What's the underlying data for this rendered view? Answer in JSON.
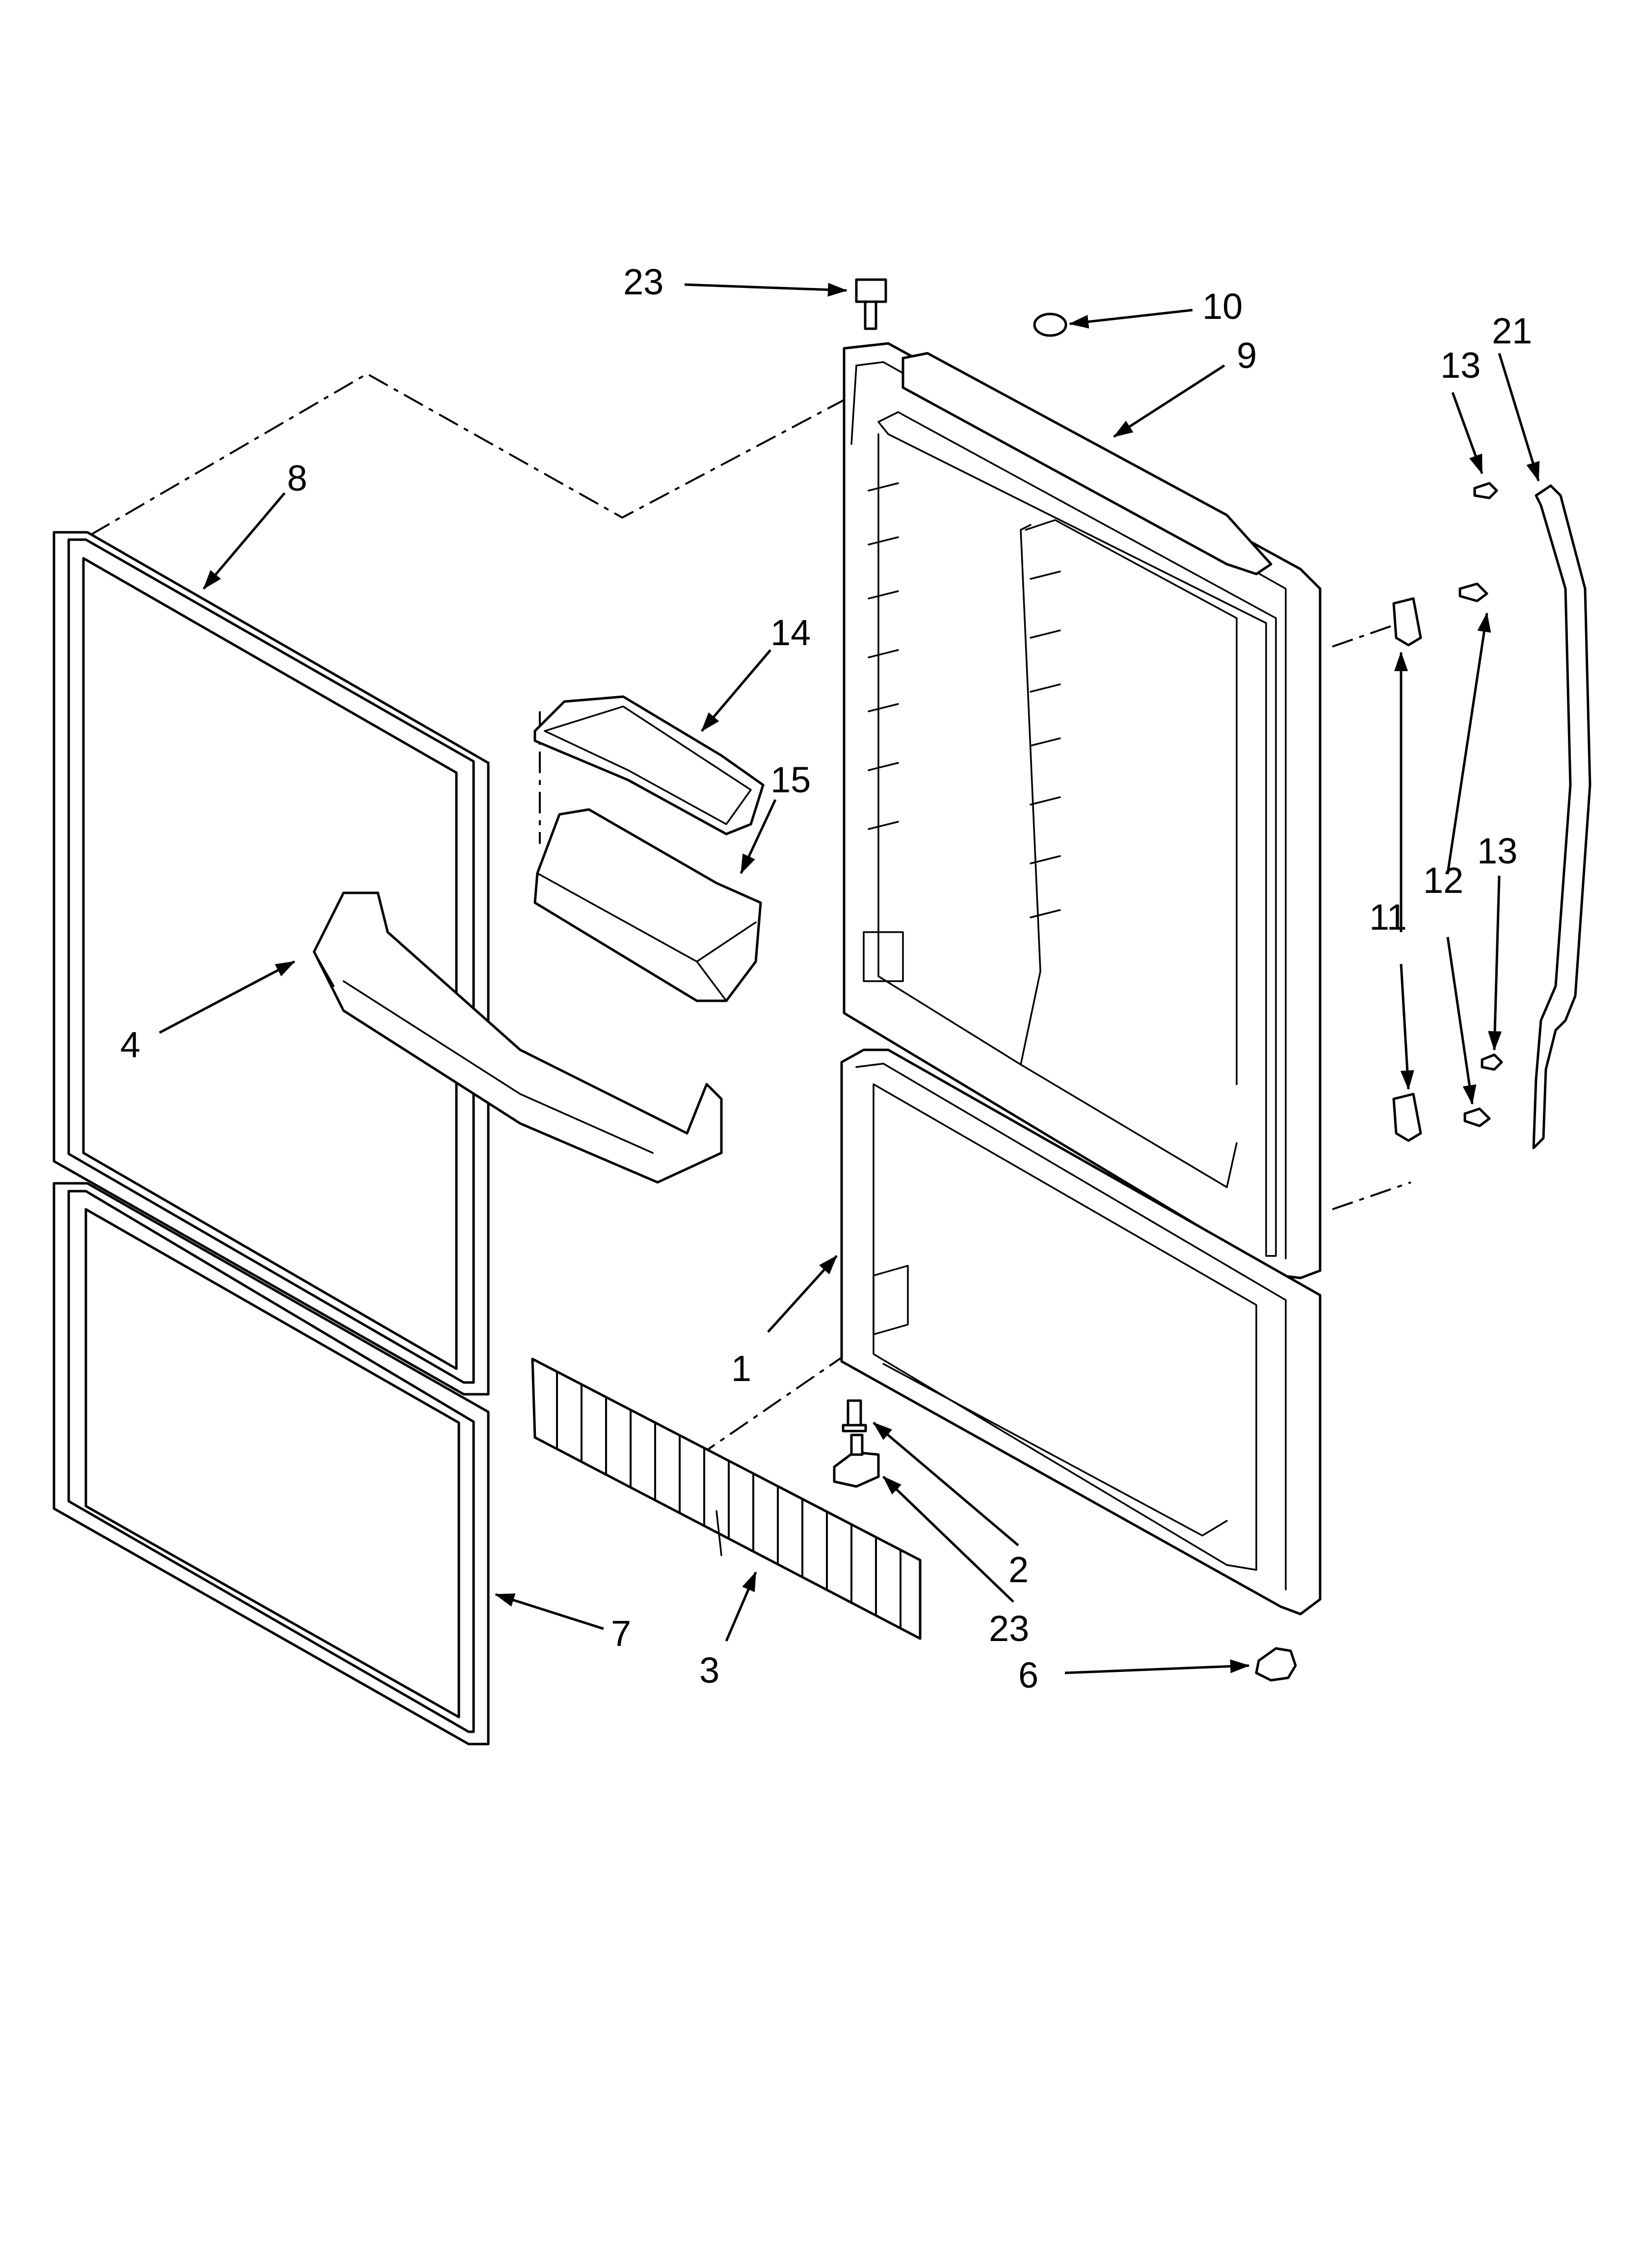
{
  "diagram": {
    "callouts": [
      {
        "id": "c23top",
        "label": "23"
      },
      {
        "id": "c10",
        "label": "10"
      },
      {
        "id": "c9",
        "label": "9"
      },
      {
        "id": "c21",
        "label": "21"
      },
      {
        "id": "c13top",
        "label": "13"
      },
      {
        "id": "c8",
        "label": "8"
      },
      {
        "id": "c14",
        "label": "14"
      },
      {
        "id": "c15",
        "label": "15"
      },
      {
        "id": "c13mid",
        "label": "13"
      },
      {
        "id": "c12",
        "label": "12"
      },
      {
        "id": "c11",
        "label": "11"
      },
      {
        "id": "c4",
        "label": "4"
      },
      {
        "id": "c1",
        "label": "1"
      },
      {
        "id": "c2",
        "label": "2"
      },
      {
        "id": "c23bot",
        "label": "23"
      },
      {
        "id": "c7",
        "label": "7"
      },
      {
        "id": "c3",
        "label": "3"
      },
      {
        "id": "c6",
        "label": "6"
      }
    ]
  }
}
